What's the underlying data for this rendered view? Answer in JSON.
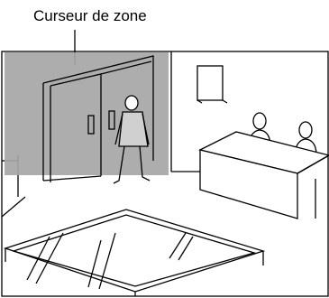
{
  "callout": {
    "label": "Curseur de zone"
  },
  "colors": {
    "zone_overlay": "#a6a6a6",
    "line": "#000000",
    "background": "#ffffff"
  },
  "scene": {
    "elements": [
      "double-door",
      "person-walking",
      "reception-counter",
      "two-receptionists",
      "wall-picture",
      "glass-table",
      "zone-cursor-overlay"
    ]
  }
}
